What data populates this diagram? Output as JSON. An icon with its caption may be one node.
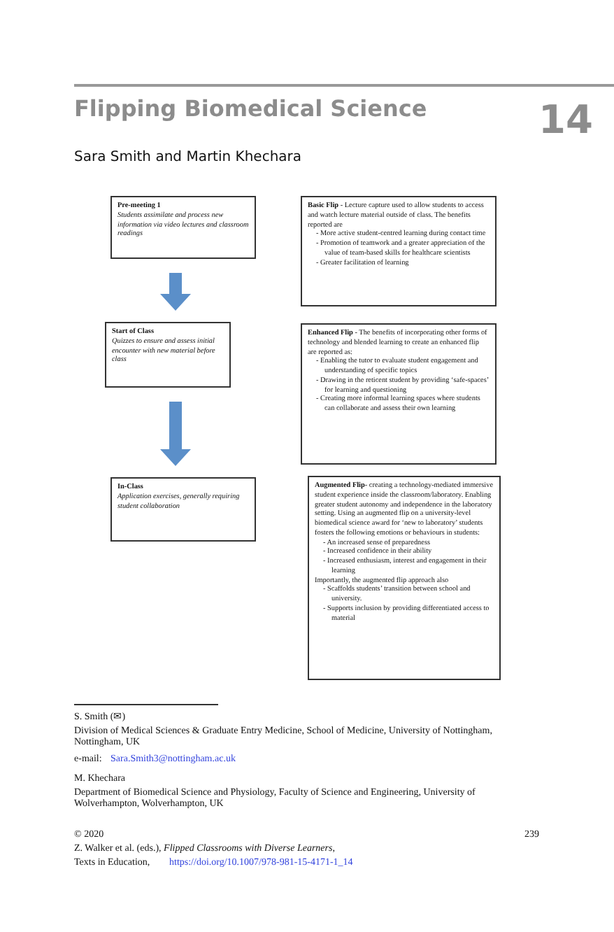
{
  "diagram": {
    "title": "Flipping Biomedical Science",
    "nodes": [
      {
        "text": [
          "Pre-meeting 1",
          "Students assimilate and process new information via video lectures and classroom readings"
        ]
      },
      {
        "text": [
          "Start of Class",
          "Quizzes to ensure and assess initial encounter with new material before class"
        ]
      },
      {
        "text": [
          "In-Class",
          "Application exercises, generally requiring student collaboration"
        ]
      },
      {
        "text": [
          "**Basic Flip** - Lecture capture used to allow students to access and watch lecture material outside of class. The benefits reported are",
          "- More active student-centred learning during contact time",
          "- Promotion of teamwork and a greater appreciation of the value of team-based skills for healthcare scientists",
          "- Greater facilitation of learning"
        ]
      },
      {
        "text": [
          "**Enhanced Flip** - The benefits of incorporating other forms of technology and blended learning to create an enhanced flip are reported as:",
          "- Enabling the tutor to evaluate student engagement and understanding of specific topics",
          "- Drawing in the reticent student by providing ‘safe-spaces’ for learning and questioning",
          "- Creating more informal learning spaces where students can collaborate and assess their own learning"
        ]
      },
      {
        "text": [
          "**Augmented Flip**- creating a technology-mediated immersive student experience inside the classroom/laboratory. Enabling greater student autonomy and independence in the laboratory setting. Using an augmented flip on a university-level biomedical science award for ‘new to laboratory’ students fosters the following emotions or behaviours in students:",
          "- An increased sense of preparedness",
          "- Increased confidence in their ability",
          "- Increased enthusiasm, interest and engagement in their learning",
          "Importantly, the augmented flip approach also",
          "- Scaffolds students’ transition between school and university.",
          "- Supports inclusion by providing differentiated access to material"
        ]
      }
    ],
    "edges": [
      {
        "from": 0,
        "to": 1,
        "arrow": "to"
      },
      {
        "from": 1,
        "to": 2,
        "arrow": "to"
      }
    ],
    "labels": [
      "14",
      "Sara Smith and Martin Khechara",
      "S. Smith (✉)",
      "Division of Medical Sciences & Graduate Entry Medicine, School of Medicine, University of Nottingham, Nottingham, UK",
      "e-mail:",
      "Sara.Smith3@nottingham.ac.uk",
      "M. Khechara",
      "Department of Biomedical Science and Physiology, Faculty of Science and Engineering, University of Wolverhampton, Wolverhampton, UK",
      "© 2020",
      "239",
      "Z. Walker et al. (eds.), *Flipped Classrooms with Diverse Learners*,",
      "Texts in Education,",
      "https://doi.org/10.1007/978-981-15-4171-1_14"
    ]
  }
}
